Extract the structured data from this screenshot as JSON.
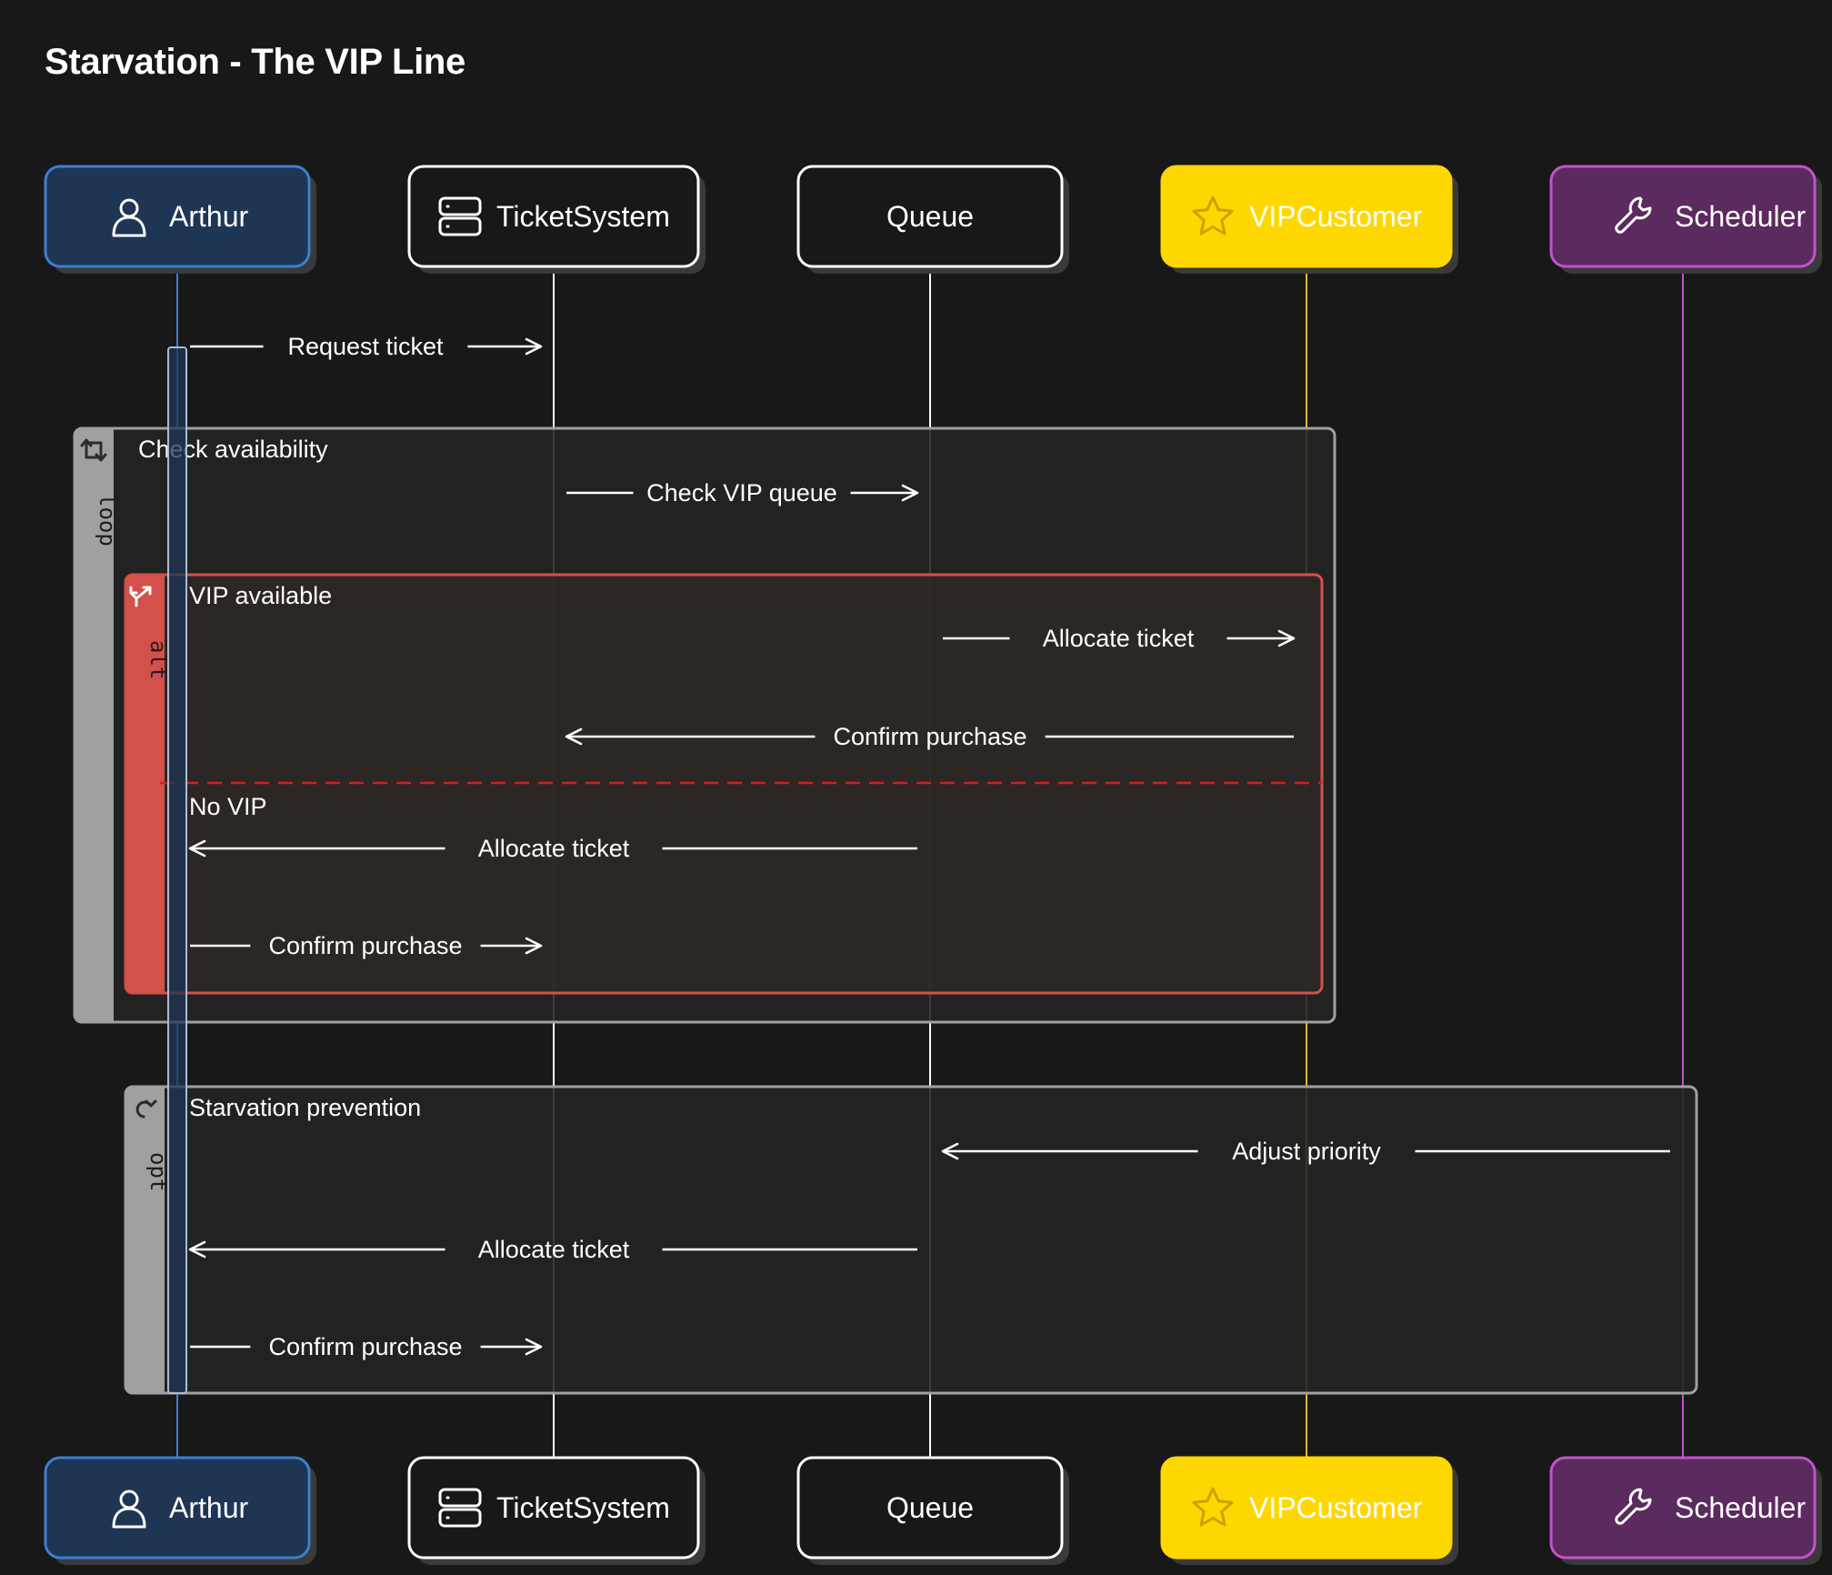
{
  "title": "Starvation - The VIP Line",
  "participants": [
    {
      "id": "arthur",
      "label": "Arthur",
      "icon": "user-icon",
      "fill": "#1f3554",
      "stroke": "#3d7fd1",
      "text": "#ffffff",
      "line": "#3d7fd1",
      "shadow": "#3a3a3a"
    },
    {
      "id": "ticketsystem",
      "label": "TicketSystem",
      "icon": "server-icon",
      "fill": "#181818",
      "stroke": "#ffffff",
      "text": "#ffffff",
      "line": "#ffffff",
      "shadow": "#3a3a3a"
    },
    {
      "id": "queue",
      "label": "Queue",
      "icon": "",
      "fill": "#181818",
      "stroke": "#ffffff",
      "text": "#ffffff",
      "line": "#ffffff",
      "shadow": "#3a3a3a"
    },
    {
      "id": "vipcustomer",
      "label": "VIPCustomer",
      "icon": "star-icon",
      "fill": "#ffd700",
      "stroke": "#ffd700",
      "text": "#ffffff",
      "line": "#e0bb2a",
      "shadow": "#3a3a3a"
    },
    {
      "id": "scheduler",
      "label": "Scheduler",
      "icon": "wrench-icon",
      "fill": "#5b2a5e",
      "stroke": "#c254cc",
      "text": "#ffffff",
      "line": "#c254cc",
      "shadow": "#3a3a3a"
    }
  ],
  "fragments": [
    {
      "id": "loop",
      "keyword": "loop",
      "icon": "loop-icon",
      "label": "Check availability",
      "color": "#a0a0a0",
      "bg": "#232323",
      "dividers": [],
      "sections": []
    },
    {
      "id": "alt",
      "keyword": "alt",
      "icon": "branch-icon",
      "label": "VIP available",
      "color": "#d4504a",
      "bg": "#2d2826",
      "dividers": [
        {
          "label": "No VIP"
        }
      ]
    },
    {
      "id": "opt",
      "keyword": "opt",
      "icon": "optional-icon",
      "label": "Starvation prevention",
      "color": "#a0a0a0",
      "bg": "#232323",
      "dividers": []
    }
  ],
  "messages": [
    {
      "from": "arthur",
      "to": "ticketsystem",
      "label": "Request ticket"
    },
    {
      "from": "ticketsystem",
      "to": "queue",
      "label": "Check VIP queue"
    },
    {
      "from": "queue",
      "to": "vipcustomer",
      "label": "Allocate ticket"
    },
    {
      "from": "vipcustomer",
      "to": "ticketsystem",
      "label": "Confirm purchase"
    },
    {
      "from": "queue",
      "to": "arthur",
      "label": "Allocate ticket"
    },
    {
      "from": "arthur",
      "to": "ticketsystem",
      "label": "Confirm purchase"
    },
    {
      "from": "scheduler",
      "to": "queue",
      "label": "Adjust priority"
    },
    {
      "from": "queue",
      "to": "arthur",
      "label": "Allocate ticket"
    },
    {
      "from": "arthur",
      "to": "ticketsystem",
      "label": "Confirm purchase"
    }
  ],
  "colors": {
    "background": "#181818",
    "message": "#ffffff",
    "activation_fill": "#1f3554",
    "activation_stroke": "#a9bcd6",
    "alt_divider": "#cc2222"
  }
}
